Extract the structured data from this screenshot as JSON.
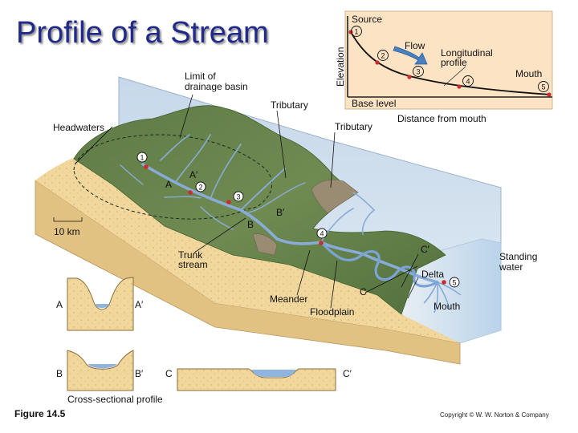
{
  "title": "Profile of a Stream",
  "figure_label": "Figure 14.5",
  "copyright": "Copyright © W. W. Norton & Company",
  "profile_inset": {
    "source": "Source",
    "elevation": "Elevation",
    "flow": "Flow",
    "longitudinal_1": "Longitudinal",
    "longitudinal_2": "profile",
    "mouth": "Mouth",
    "base_level": "Base level",
    "distance": "Distance from mouth",
    "points": [
      "1",
      "2",
      "3",
      "4",
      "5"
    ]
  },
  "block": {
    "limit_1": "Limit of",
    "limit_2": "drainage basin",
    "tributary_a": "Tributary",
    "tributary_b": "Tributary",
    "headwaters": "Headwaters",
    "scale": "10 km",
    "trunk_1": "Trunk",
    "trunk_2": "stream",
    "meander": "Meander",
    "floodplain": "Floodplain",
    "delta": "Delta",
    "mouth": "Mouth",
    "standing_1": "Standing",
    "standing_2": "water",
    "markers": [
      "1",
      "2",
      "3",
      "4",
      "5"
    ],
    "a": "A",
    "a_prime": "A′",
    "b": "B",
    "b_prime": "B′",
    "c": "C",
    "c_prime": "C′"
  },
  "cross_section": {
    "a": "A",
    "a_prime": "A′",
    "b": "B",
    "b_prime": "B′",
    "c": "C",
    "c_prime": "C′",
    "caption": "Cross-sectional profile"
  }
}
